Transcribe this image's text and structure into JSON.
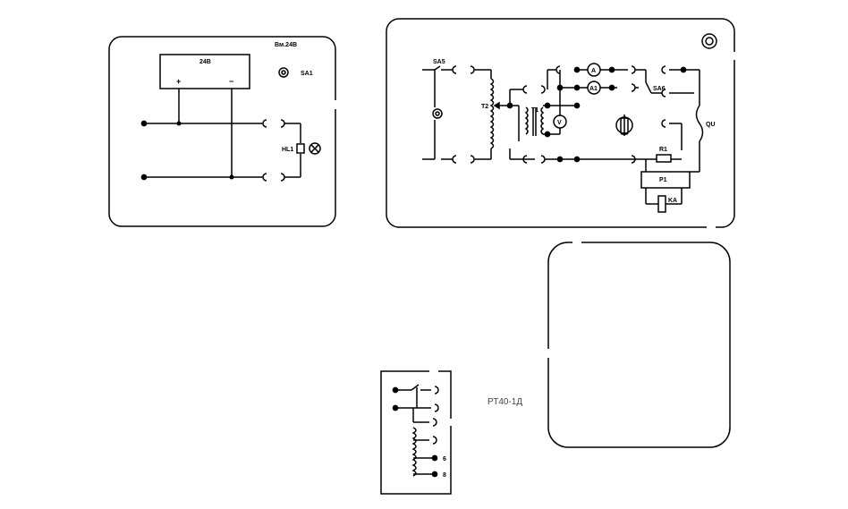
{
  "panel1": {
    "top_label": "Вм.24В",
    "supply_label": "24В",
    "plus": "+",
    "minus": "−",
    "switch_label": "SA1",
    "lamp_label": "HL1"
  },
  "panel2": {
    "switch_sa5": "SA5",
    "transformer_t2": "T2",
    "transformer_t1": "T1",
    "meter_a": "A",
    "meter_a1": "A1",
    "meter_v": "V",
    "switch_sa6": "SA6",
    "fuse_label": "QU",
    "resistor_label": "R1",
    "relay_coil": "P1",
    "relay_contact": "KA"
  },
  "relay_panel": {
    "model_label": "РТ40-1Д",
    "terminal_6": "6",
    "terminal_8": "8"
  },
  "colors": {
    "line": "#000000",
    "background": "#ffffff",
    "caption": "#444444"
  }
}
